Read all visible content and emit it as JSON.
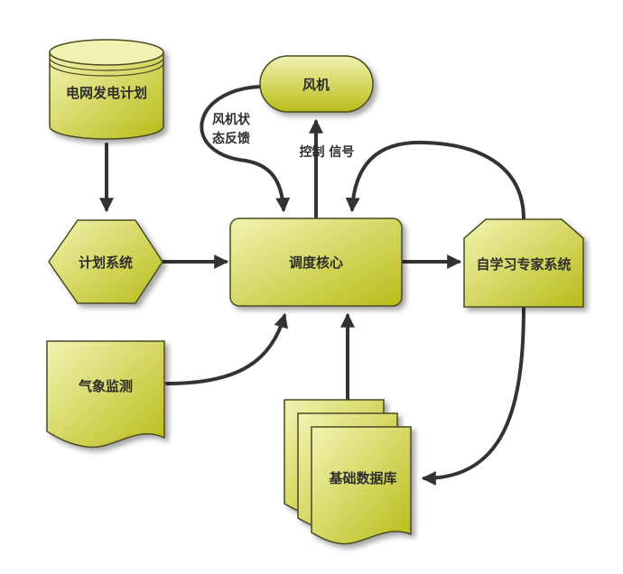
{
  "diagram": {
    "colors": {
      "fill_light": "#f2f3b2",
      "fill_dark": "#b9bc18",
      "stroke": "#4b4b20",
      "arrow": "#333333"
    },
    "nodes": {
      "grid_plan": {
        "label": "电网发电计划",
        "shape": "cylinder"
      },
      "plan_system": {
        "label": "计划系统",
        "shape": "hexagon"
      },
      "weather": {
        "label": "气象监测",
        "shape": "document"
      },
      "wind_turbine": {
        "label": "风机",
        "shape": "terminator"
      },
      "dispatch_core": {
        "label": "调度核心",
        "shape": "rounded-rectangle"
      },
      "expert_system": {
        "label": "自学习专家系统",
        "shape": "pentagon-card"
      },
      "database": {
        "label": "基础数据库",
        "shape": "multi-document"
      }
    },
    "edges": {
      "feedback_label_line1": "风机状",
      "feedback_label_line2": "态反馈",
      "control_label": "控制 信号"
    }
  }
}
